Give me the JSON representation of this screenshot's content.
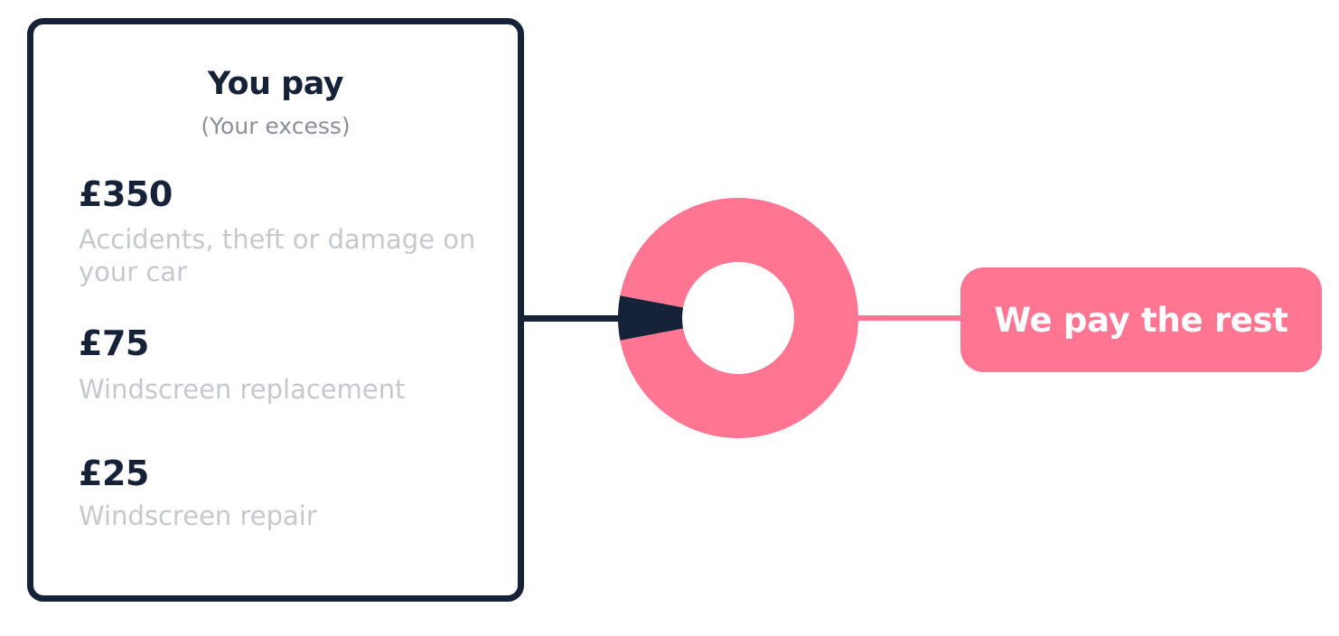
{
  "card": {
    "title": "You pay",
    "subtitle": "(Your excess)",
    "items": [
      {
        "amount": "£350",
        "description": "Accidents, theft or damage on your car"
      },
      {
        "amount": "£75",
        "description": "Windscreen replacement"
      },
      {
        "amount": "£25",
        "description": "Windscreen repair"
      }
    ]
  },
  "badge": {
    "label": "We pay the rest"
  },
  "colors": {
    "navy": "#162238",
    "pink": "#ff7592",
    "muted_text": "#c5c8cc",
    "subtitle_text": "#8a8f99"
  },
  "chart_data": {
    "type": "pie",
    "donut": true,
    "series": [
      {
        "label": "You pay",
        "value": 0.06,
        "color": "#162238"
      },
      {
        "label": "We pay the rest",
        "value": 0.94,
        "color": "#ff7592"
      }
    ]
  }
}
